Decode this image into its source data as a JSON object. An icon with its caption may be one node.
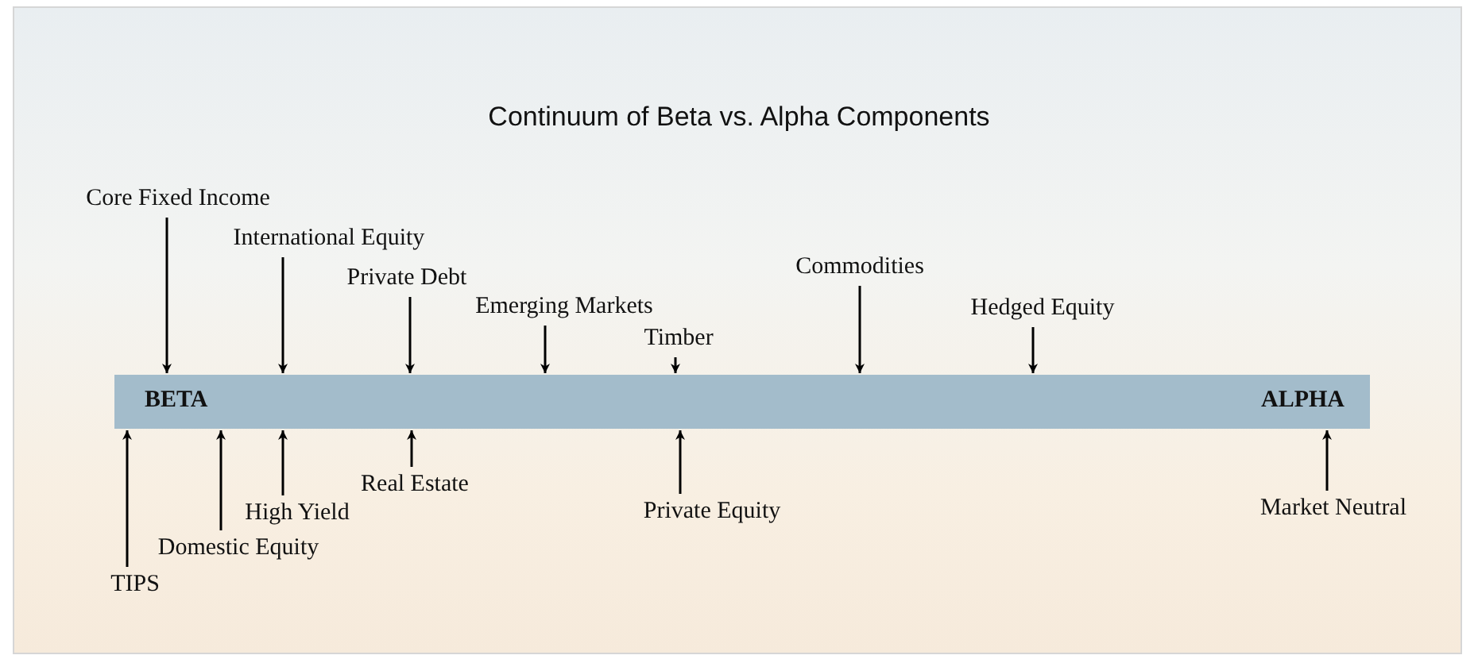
{
  "diagram": {
    "title": "Continuum of Beta vs. Alpha Components",
    "nodes": [
      {
        "text": [
          "BETA",
          "ALPHA"
        ]
      },
      {
        "text": [
          "Core Fixed Income"
        ]
      },
      {
        "text": [
          "International Equity"
        ]
      },
      {
        "text": [
          "Private Debt"
        ]
      },
      {
        "text": [
          "Emerging Markets"
        ]
      },
      {
        "text": [
          "Timber"
        ]
      },
      {
        "text": [
          "Commodities"
        ]
      },
      {
        "text": [
          "Hedged Equity"
        ]
      },
      {
        "text": [
          "Real Estate"
        ]
      },
      {
        "text": [
          "Private Equity"
        ]
      },
      {
        "text": [
          "High Yield"
        ]
      },
      {
        "text": [
          "Market Neutral"
        ]
      },
      {
        "text": [
          "Domestic Equity"
        ]
      },
      {
        "text": [
          "TIPS"
        ]
      }
    ],
    "edges": [
      {
        "from": 1,
        "to": 0,
        "arrow": "to"
      },
      {
        "from": 2,
        "to": 0,
        "arrow": "to"
      },
      {
        "from": 3,
        "to": 0,
        "arrow": "to"
      },
      {
        "from": 4,
        "to": 0,
        "arrow": "to"
      },
      {
        "from": 5,
        "to": 0,
        "arrow": "to"
      },
      {
        "from": 6,
        "to": 0,
        "arrow": "to"
      },
      {
        "from": 7,
        "to": 0,
        "arrow": "to"
      },
      {
        "from": 8,
        "to": 0,
        "arrow": "to"
      },
      {
        "from": 9,
        "to": 0,
        "arrow": "to"
      },
      {
        "from": 10,
        "to": 0,
        "arrow": "to"
      },
      {
        "from": 11,
        "to": 0,
        "arrow": "to"
      },
      {
        "from": 12,
        "to": 0,
        "arrow": "to"
      },
      {
        "from": 13,
        "to": 0,
        "arrow": "to"
      }
    ]
  }
}
